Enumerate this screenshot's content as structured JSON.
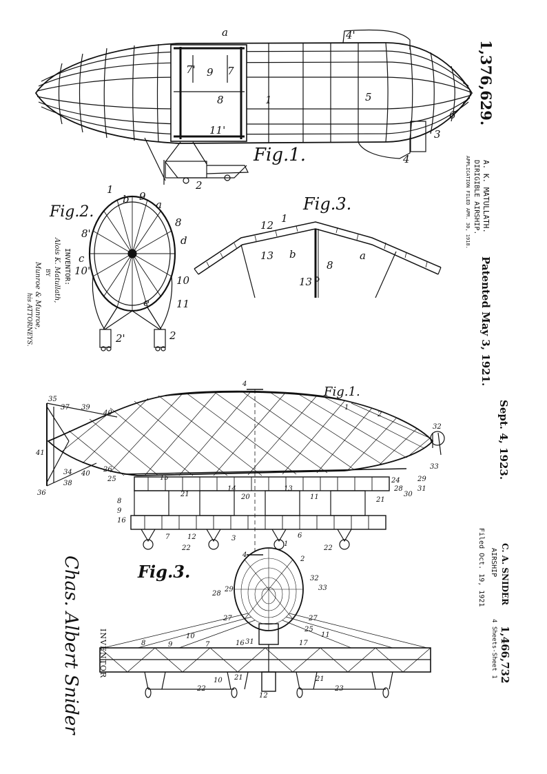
{
  "patent_top": {
    "number": "1,376,629.",
    "inventor": "A. K. MATULLATH.",
    "title": "DIRIGIBLE AIRSHIP.",
    "filed": "APPLICATION FILED APR. 30, 1918.",
    "patented": "Patented May 3, 1921.",
    "fig1_label": "Fig.1.",
    "fig2_label": "Fig.2.",
    "fig3_label": "Fig.3.",
    "inventor_heading": "INVENTOR:",
    "inventor_sig": "Alois K. Matullath,",
    "by_text": "BY",
    "attorney_sig": "Munroe & Munroe,",
    "attorney_label": "his ATTORNEYS."
  },
  "patent_bottom": {
    "number": "1,466,732",
    "date": "Sept. 4, 1923.",
    "inventor": "C. A. SNIDER",
    "title": "AIRSHIP",
    "filed": "Filed Oct. 19, 1921",
    "sheets": "4 Sheets-Sheet 1",
    "fig1_label": "Fig.1.",
    "fig3_label": "Fig.3.",
    "inventor_label": "INVENTOR",
    "signature": "Chas. Albert Snider"
  },
  "refs_top": {
    "a": "a",
    "r4p": "4'",
    "r7p": "7'",
    "r9": "9",
    "r7": "7",
    "r8": "8",
    "r1": "1",
    "r5": "5",
    "r6": "6",
    "r3": "3",
    "r4": "4",
    "r11p": "11'",
    "r2": "2",
    "f2_1": "1",
    "f2_b": "b",
    "f2_9": "9",
    "f2_a": "a",
    "f2_8p": "8'",
    "f2_8": "8",
    "f2_d": "d",
    "f2_c": "c",
    "f2_10p": "10'",
    "f2_10": "10",
    "f2_e": "e",
    "f2_11": "11",
    "f2_2p": "2'",
    "f2_2": "2",
    "f3_12": "12",
    "f3_1": "1",
    "f3_13": "13",
    "f3_b": "b",
    "f3_8": "8",
    "f3_a": "a",
    "f3_13b": "13"
  },
  "refs_bottom": {
    "r4a": "4",
    "r4b": "4",
    "r1": "1",
    "r2": "2",
    "r35": "35",
    "r37": "37",
    "r39": "39",
    "r40": "40",
    "r41": "41",
    "r36": "36",
    "r34": "34",
    "r38": "38",
    "r40b": "40",
    "r26": "26",
    "r25": "25",
    "r15": "15",
    "r21": "21",
    "r14": "14",
    "r20": "20",
    "r13": "13",
    "r11": "11",
    "r8": "8",
    "r9": "9",
    "r16": "16",
    "r7": "7",
    "r12": "12",
    "r3": "3",
    "r6": "6",
    "r22a": "22",
    "r22b": "22",
    "r32": "32",
    "r33": "33",
    "r29": "29",
    "r24": "24",
    "r28": "28",
    "r30": "30",
    "r31": "31",
    "r21b": "21",
    "f3_1": "1",
    "f3_2": "2",
    "f3_32": "32",
    "f3_33": "33",
    "f3_28": "28",
    "f3_29": "29",
    "f3_27": "27",
    "f3_27b": "27",
    "f3_25": "25",
    "f3_11": "11",
    "f3_8": "8",
    "f3_9": "9",
    "f3_10": "10",
    "f3_7": "7",
    "f3_16": "16",
    "f3_31": "31",
    "f3_17": "17",
    "f3_21": "21",
    "f3_21b": "21",
    "f3_10b": "10",
    "f3_22": "22",
    "f3_12": "12",
    "f3_23": "23"
  }
}
